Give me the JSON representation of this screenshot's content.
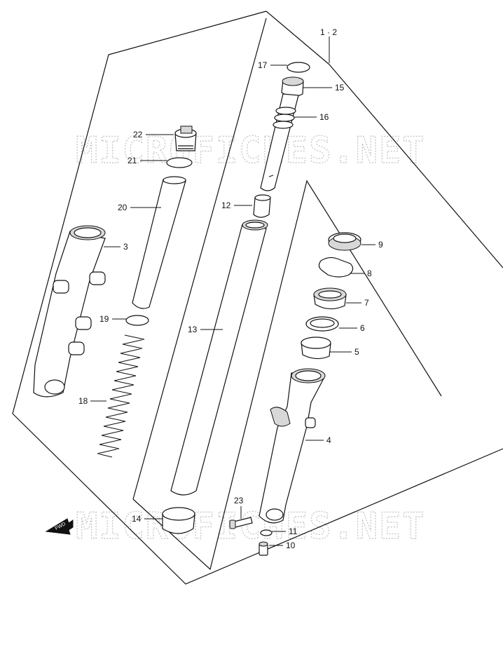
{
  "watermark": "MICROFICHES.NET",
  "assembly_label": "1 · 2",
  "fwd_label": "FWD",
  "callouts": {
    "p3": "3",
    "p4": "4",
    "p5": "5",
    "p6": "6",
    "p7": "7",
    "p8": "8",
    "p9": "9",
    "p10": "10",
    "p11": "11",
    "p12": "12",
    "p13": "13",
    "p14": "14",
    "p15": "15",
    "p16": "16",
    "p17": "17",
    "p18": "18",
    "p19": "19",
    "p20": "20",
    "p21": "21",
    "p22": "22",
    "p23": "23"
  },
  "colors": {
    "line": "#111111",
    "watermark": "#c9c9c9",
    "shade": "#d8d8d8"
  }
}
